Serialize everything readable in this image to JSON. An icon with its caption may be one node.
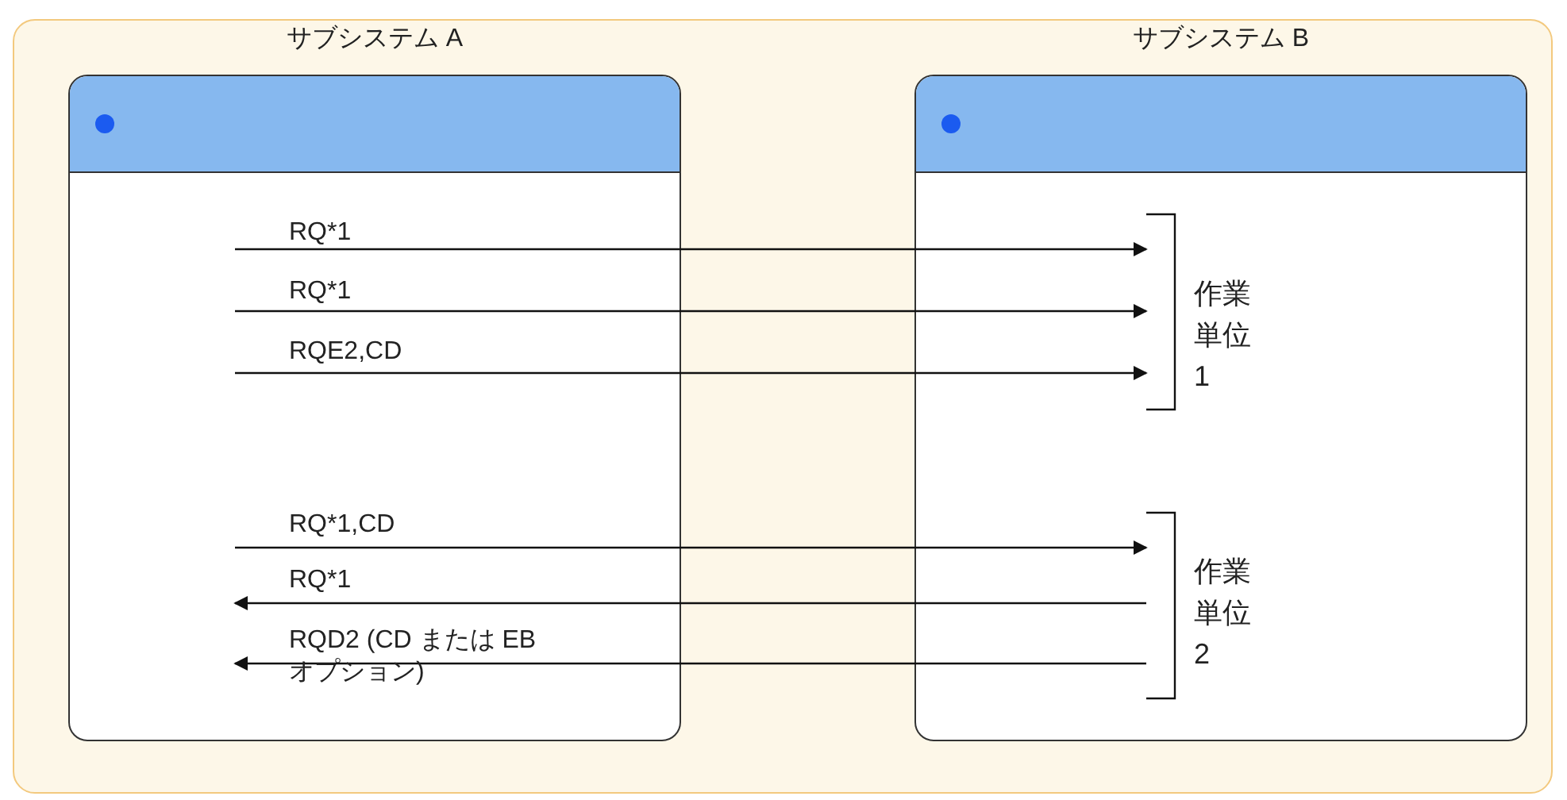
{
  "diagram": {
    "nodes": [
      {
        "text": [],
        "shape": "box"
      },
      {
        "text": [
          "サブシステム A"
        ],
        "in": 0
      },
      {
        "text": [
          "サブシステム B"
        ],
        "in": 0
      }
    ],
    "edges": [
      {
        "from": 1,
        "to": 2,
        "arrow": "to",
        "label": "RQ*1"
      },
      {
        "from": 1,
        "to": 2,
        "arrow": "to",
        "label": "RQ*1"
      },
      {
        "from": 1,
        "to": 2,
        "arrow": "to",
        "label": "RQE2,CD"
      },
      {
        "from": 1,
        "to": 2,
        "arrow": "to",
        "label": "RQ*1,CD"
      },
      {
        "from": 2,
        "to": 1,
        "arrow": "to",
        "label": "RQ*1"
      },
      {
        "from": 2,
        "to": 1,
        "arrow": "to",
        "label": "RQD2 (CD または EB オプション)"
      }
    ],
    "labels": [
      "作業単位 1",
      "作業単位 2"
    ]
  }
}
